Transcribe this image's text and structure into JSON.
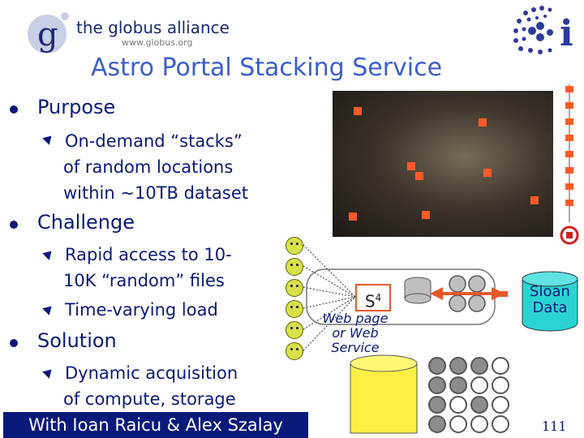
{
  "header": {
    "logo_name": "the globus alliance",
    "logo_url": "www.globus.org",
    "ci_letter": "i"
  },
  "slide": {
    "title": "Astro Portal Stacking Service",
    "purpose": {
      "heading": "Purpose",
      "items": [
        "On-demand “stacks”",
        "of random locations",
        "within ~10TB dataset"
      ]
    },
    "challenge": {
      "heading": "Challenge",
      "item1_lines": [
        "Rapid access to 10-",
        "10K “random” files"
      ],
      "item2": "Time-varying load"
    },
    "solution": {
      "heading": "Solution",
      "item_lines": [
        "Dynamic acquisition",
        "of compute, storage"
      ]
    },
    "credit": "With Ioan Raicu & Alex Szalay",
    "page_number": "111"
  },
  "diagram": {
    "s4_label": "S",
    "s4_sup": "4",
    "web_label_lines": [
      "Web page",
      "or Web",
      "Service"
    ],
    "sloan_lines": [
      "Sloan",
      "Data"
    ]
  },
  "colors": {
    "title": "#3a5fcd",
    "text": "#0a1a7a",
    "accent": "#ff5a2a",
    "arrow": "#e65a2a"
  }
}
